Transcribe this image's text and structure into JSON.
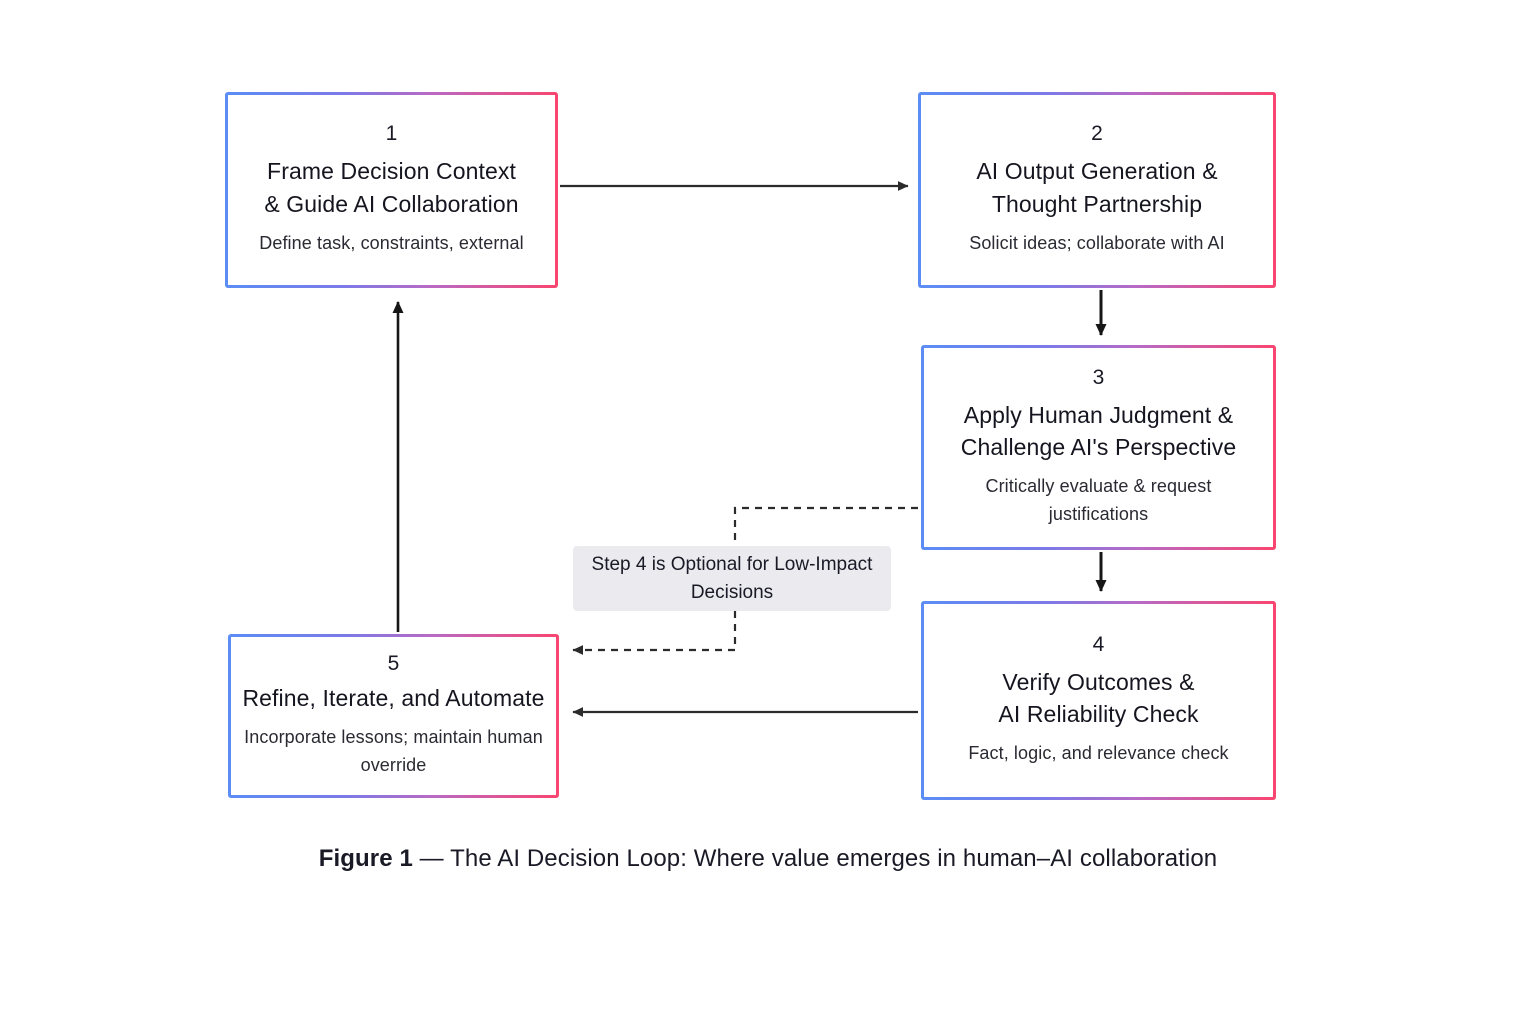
{
  "figure": {
    "caption_label": "Figure 1",
    "caption_text": " — The AI Decision Loop: Where value emerges in human–AI collaboration"
  },
  "colors": {
    "gradient_start": "#5b8df5",
    "gradient_end": "#f9456f",
    "text": "#1a1a26",
    "connector": "#2b2b2b",
    "label_background": "#eaeaef",
    "page_background": "#ffffff"
  },
  "annotation": {
    "text": "Step 4 is Optional for Low-Impact Decisions"
  },
  "nodes": [
    {
      "id": "1",
      "number": "1",
      "title": "Frame Decision Context\n& Guide AI Collaboration",
      "subtitle": "Define task, constraints, external"
    },
    {
      "id": "2",
      "number": "2",
      "title": "AI Output Generation &\nThought Partnership",
      "subtitle": "Solicit ideas; collaborate with AI"
    },
    {
      "id": "3",
      "number": "3",
      "title": "Apply Human Judgment &\nChallenge AI's Perspective",
      "subtitle": "Critically evaluate & request justifications"
    },
    {
      "id": "4",
      "number": "4",
      "title": "Verify Outcomes &\nAI Reliability Check",
      "subtitle": "Fact, logic, and relevance check"
    },
    {
      "id": "5",
      "number": "5",
      "title": "Refine, Iterate, and Automate",
      "subtitle": "Incorporate lessons; maintain human override"
    }
  ],
  "edges": [
    {
      "id": "e1",
      "from": "1",
      "to": "2",
      "style": "solid",
      "direction": "right"
    },
    {
      "id": "e2",
      "from": "2",
      "to": "3",
      "style": "solid",
      "direction": "down"
    },
    {
      "id": "e3",
      "from": "3",
      "to": "4",
      "style": "solid",
      "direction": "down"
    },
    {
      "id": "e4",
      "from": "4",
      "to": "5",
      "style": "solid",
      "direction": "left"
    },
    {
      "id": "e5",
      "from": "5",
      "to": "1",
      "style": "solid",
      "direction": "up"
    },
    {
      "id": "e6",
      "from": "3",
      "to": "5",
      "style": "dashed",
      "direction": "left",
      "label": "Step 4 is Optional for Low-Impact Decisions"
    }
  ]
}
